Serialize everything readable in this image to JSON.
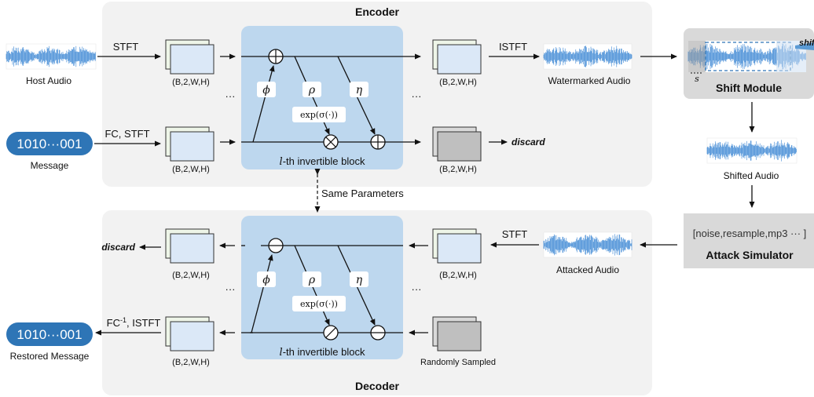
{
  "encoder": {
    "title": "Encoder",
    "host_audio": "Host Audio",
    "message_bits": "1010···001",
    "message": "Message",
    "stft": "STFT",
    "fc_stft": "FC, STFT",
    "dims": "(B,2,W,H)",
    "block_label": "l-th invertible block",
    "phi": "ϕ",
    "rho": "ρ",
    "eta": "η",
    "exp": "exp(σ(·))",
    "istft": "ISTFT",
    "watermarked_audio": "Watermarked Audio",
    "discard": "discard",
    "ellipsis": "···"
  },
  "shared": {
    "same_parameters": "Same Parameters"
  },
  "shift": {
    "title": "Shift Module",
    "shift_label": "shift",
    "s_label": "s",
    "shifted_audio": "Shifted Audio"
  },
  "attack": {
    "list": "[noise,resample,mp3 ··· ]",
    "title": "Attack Simulator",
    "attacked_audio": "Attacked Audio"
  },
  "decoder": {
    "title": "Decoder",
    "stft": "STFT",
    "discard": "discard",
    "fc_inv_istft_prefix": "FC",
    "fc_inv_sup": "-1",
    "fc_inv_istft_suffix": ", ISTFT",
    "restored_bits": "1010···001",
    "restored_message": "Restored Message",
    "randomly_sampled": "Randomly Sampled",
    "dims": "(B,2,W,H)",
    "block_label": "l-th invertible block",
    "phi": "ϕ",
    "rho": "ρ",
    "eta": "η",
    "exp": "exp(σ(·))",
    "ellipsis": "···"
  },
  "colors": {
    "panel": "#f2f2f2",
    "block": "#bdd7ee",
    "spec_blue": "#dbe8f7",
    "spec_green": "#eef5e8",
    "spec_gray": "#bfbfbf",
    "pill": "#2e75b6",
    "wave": "#3a86d4"
  }
}
